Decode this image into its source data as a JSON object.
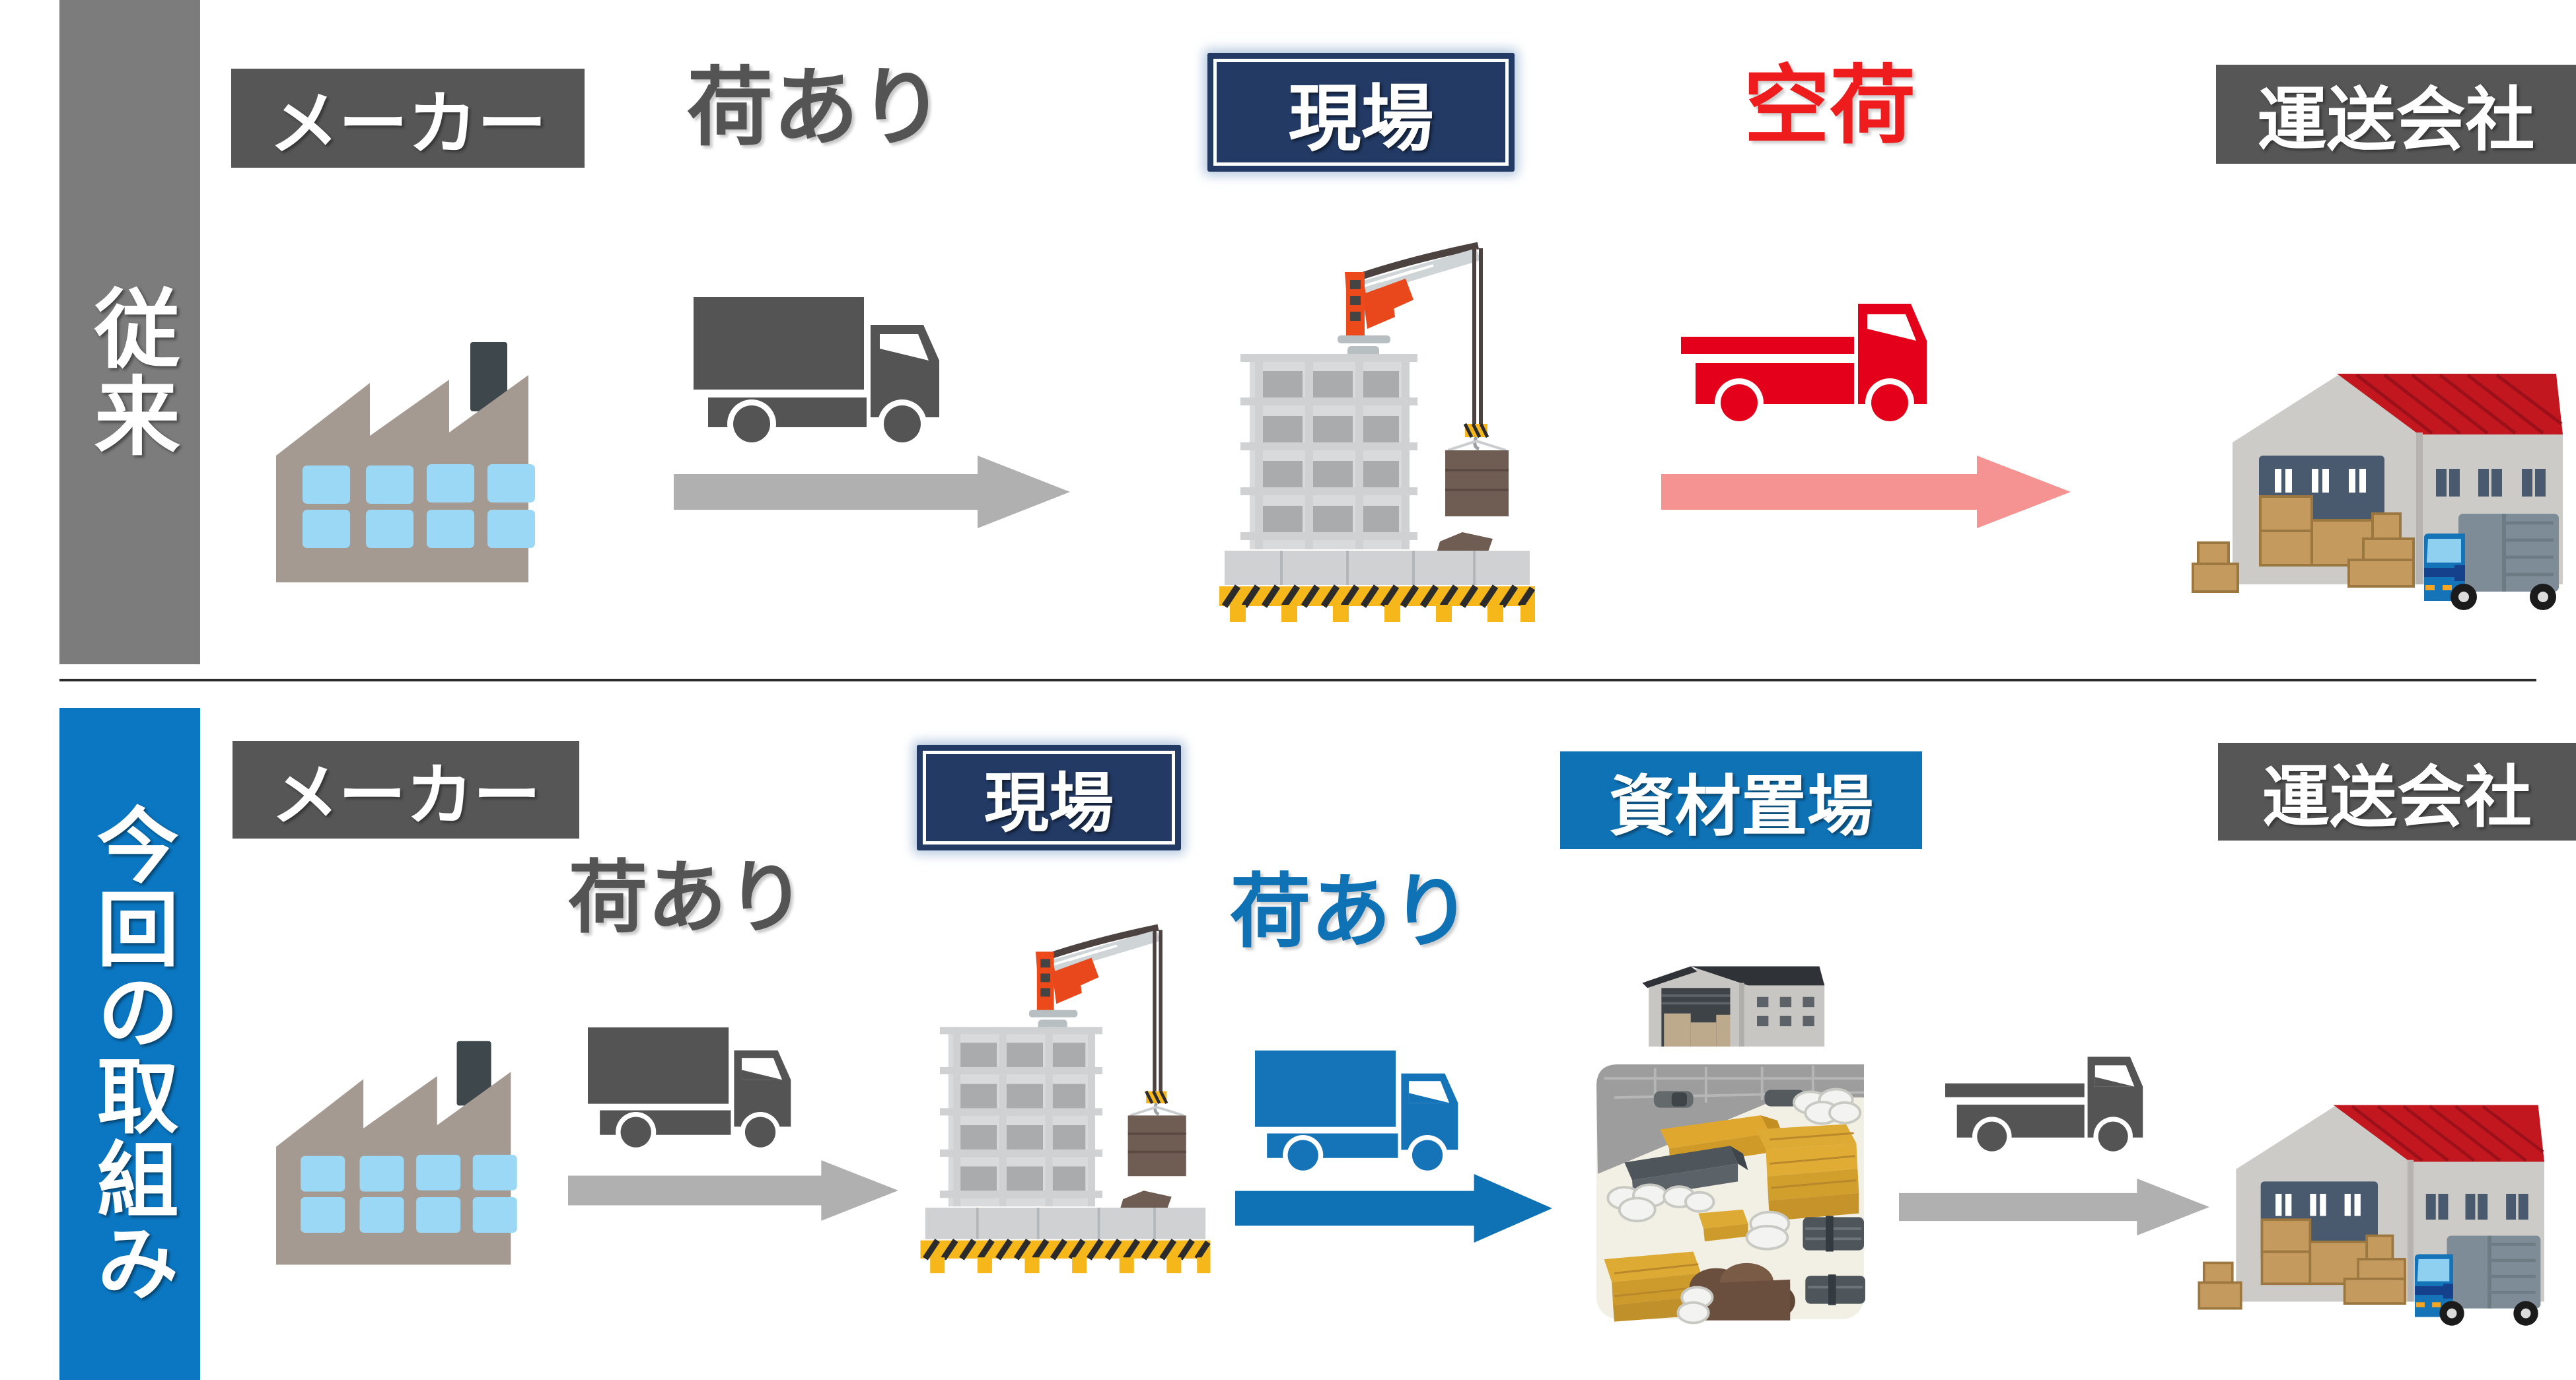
{
  "page": {
    "title": "建設資材物流の従来方式と今回の取組みの比較図",
    "background": "#ffffff"
  },
  "colors": {
    "rail_legacy_bg": "#7c7c7c",
    "rail_new_bg": "#0b77c2",
    "tag_gray_bg": "#565656",
    "tag_blue_bg": "#0f72b5",
    "sign_navy_bg": "#223a64",
    "caption_gray": "#545454",
    "caption_red": "#ee1c1c",
    "caption_blue": "#0f72b5",
    "arrow_gray": "#b0b0b0",
    "arrow_pink": "#f59292",
    "arrow_blue": "#0f72b5",
    "truck_dark": "#545454",
    "truck_red": "#e4001b",
    "truck_blue": "#1573b8",
    "divider": "#2b2b2b"
  },
  "rows": {
    "legacy": {
      "rail_label": "従来",
      "nodes": [
        {
          "label": "メーカー",
          "style": "tag-gray",
          "icon": "factory-illustration"
        },
        {
          "label": "現場",
          "style": "sign-navy",
          "icon": "construction-site-illustration"
        },
        {
          "label": "運送会社",
          "style": "tag-gray",
          "icon": "warehouse-illustration"
        }
      ],
      "legs": [
        {
          "caption": "荷あり",
          "caption_color": "gray",
          "truck": "box-truck-loaded-dark",
          "arrow": "arrow-gray"
        },
        {
          "caption": "空荷",
          "caption_color": "red",
          "truck": "flatbed-truck-empty-red",
          "arrow": "arrow-pink"
        }
      ]
    },
    "new": {
      "rail_label": "今回の取組み",
      "nodes": [
        {
          "label": "メーカー",
          "style": "tag-gray",
          "icon": "factory-illustration"
        },
        {
          "label": "現場",
          "style": "sign-navy",
          "icon": "construction-site-illustration"
        },
        {
          "label": "資材置場",
          "style": "tag-blue",
          "icon": "material-yard-illustration"
        },
        {
          "label": "運送会社",
          "style": "tag-gray",
          "icon": "warehouse-illustration"
        }
      ],
      "legs": [
        {
          "caption": "荷あり",
          "caption_color": "gray",
          "truck": "box-truck-loaded-dark",
          "arrow": "arrow-gray"
        },
        {
          "caption": "荷あり",
          "caption_color": "blue",
          "truck": "box-truck-loaded-blue",
          "arrow": "arrow-blue"
        },
        {
          "caption": "",
          "caption_color": "gray",
          "truck": "flatbed-truck-empty-dark",
          "arrow": "arrow-gray"
        }
      ]
    }
  }
}
